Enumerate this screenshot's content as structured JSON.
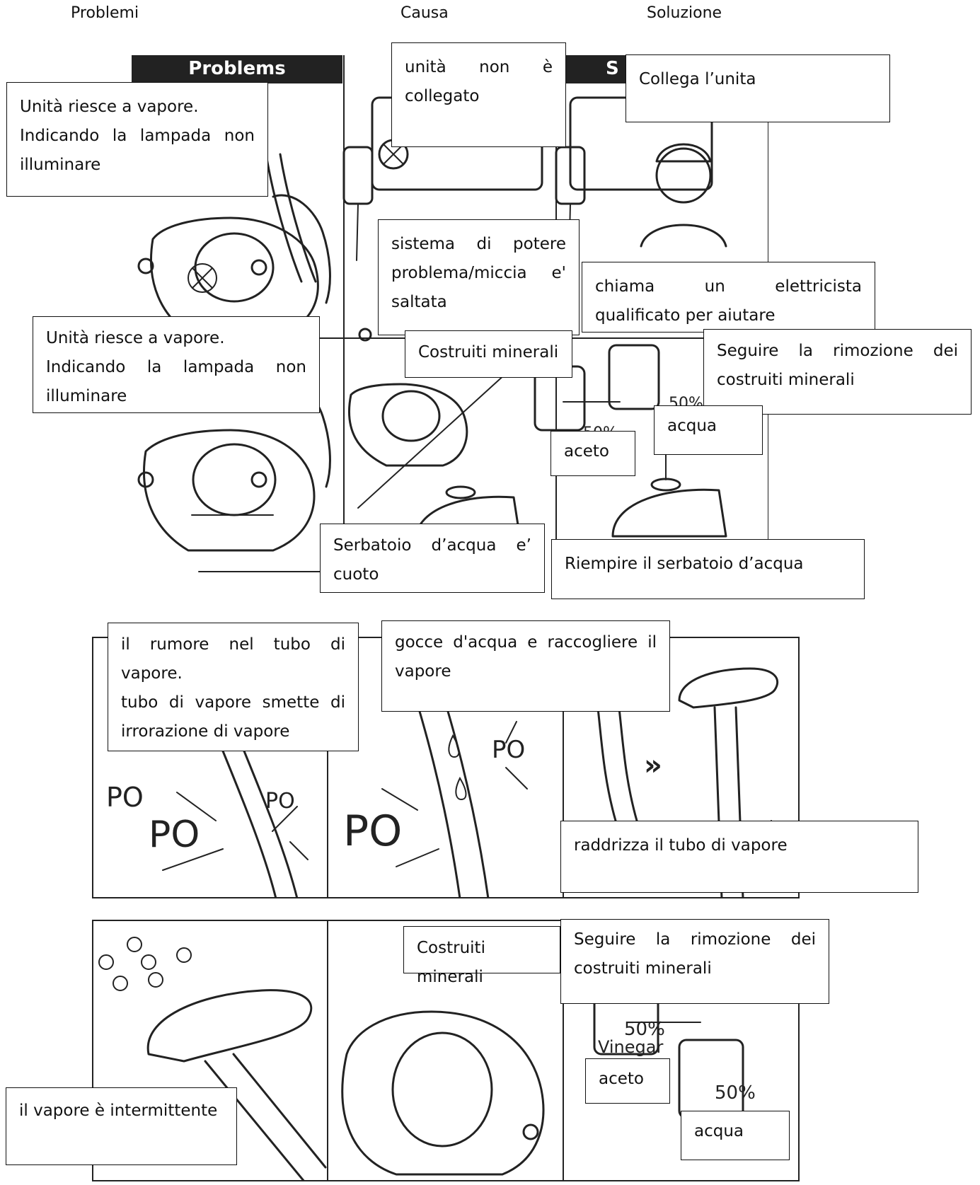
{
  "headers": {
    "problems": "Problemi",
    "cause": "Causa",
    "solution": "Soluzione"
  },
  "image_labels": {
    "problems_banner": "Problems",
    "solution_banner_fragment": "S",
    "po_1": "PO",
    "po_2": "PO",
    "po_3": "PO",
    "po_4": "PO",
    "po_5": "PO",
    "vinegar_label": "Vinegar",
    "pct_1": "50%",
    "pct_2": "50%",
    "pct_3": "50%",
    "pct_4": "50%"
  },
  "row1": {
    "problem_line1": "Unità riesce a vapore.",
    "problem_line2": "Indicando la lampada non illuminare",
    "cause_a": "unità non è collegato",
    "solution_a": "Collega l’unita",
    "cause_b": "sistema di potere problema/miccia e' saltata",
    "solution_b": "chiama un elettricista qualificato per aiutare"
  },
  "row2": {
    "problem_line1": "Unità riesce a vapore.",
    "problem_line2": "Indicando la lampada non illuminare",
    "cause_a": "Costruiti minerali",
    "solution_a": "Seguire la rimozione dei costruiti minerali",
    "solution_water": "acqua",
    "solution_vinegar": "aceto",
    "cause_b": "Serbatoio d’acqua e’ cuoto",
    "solution_b": "Riempire il serbatoio d’acqua"
  },
  "row3": {
    "problem_line1": "il rumore nel tubo di vapore.",
    "problem_line2": "tubo di vapore smette di irrorazione di vapore",
    "cause": "gocce d'acqua e raccogliere il vapore",
    "solution": "raddrizza il tubo di vapore"
  },
  "row4": {
    "problem": "il vapore è intermittente",
    "cause": "Costruiti minerali",
    "solution": "Seguire la rimozione dei costruiti minerali",
    "solution_vinegar": "aceto",
    "solution_water": "acqua"
  }
}
